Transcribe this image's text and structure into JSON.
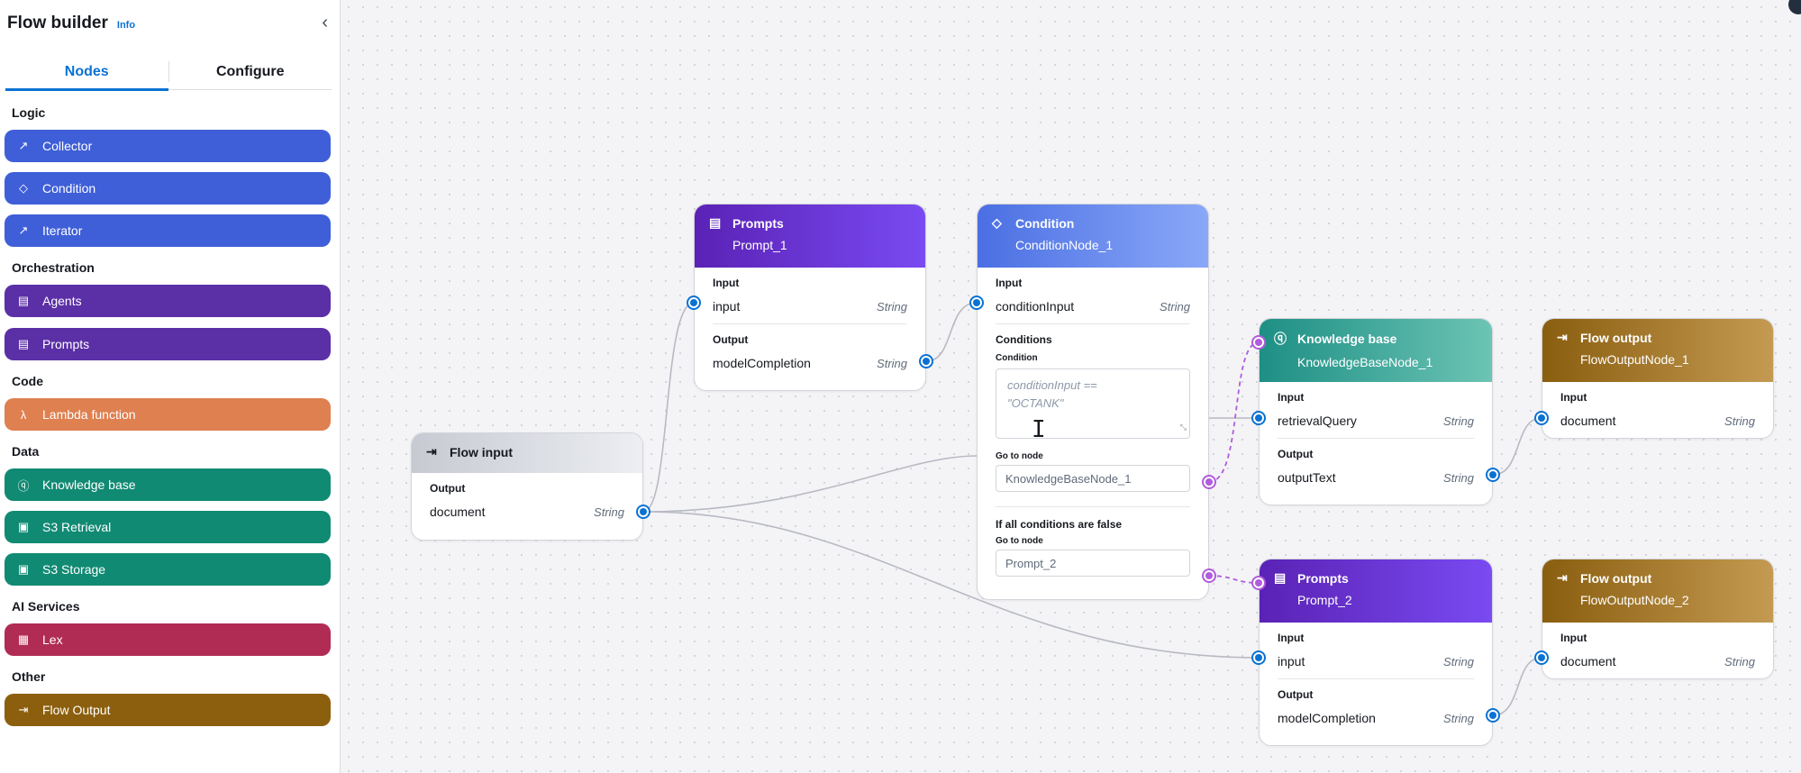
{
  "sidebar": {
    "title": "Flow builder",
    "info": "Info",
    "collapse": "‹",
    "tabs": [
      {
        "label": "Nodes"
      },
      {
        "label": "Configure"
      }
    ],
    "sections": [
      {
        "label": "Logic"
      },
      {
        "label": "Orchestration"
      },
      {
        "label": "Code"
      },
      {
        "label": "Data"
      },
      {
        "label": "AI Services"
      },
      {
        "label": "Other"
      }
    ],
    "items": [
      {
        "label": "Collector"
      },
      {
        "label": "Condition"
      },
      {
        "label": "Iterator"
      },
      {
        "label": "Agents"
      },
      {
        "label": "Prompts"
      },
      {
        "label": "Lambda function"
      },
      {
        "label": "Knowledge base"
      },
      {
        "label": "S3 Retrieval"
      },
      {
        "label": "S3 Storage"
      },
      {
        "label": "Lex"
      },
      {
        "label": "Flow Output"
      }
    ]
  },
  "nodes": {
    "flow_input": {
      "title": "Flow input",
      "output_label": "Output",
      "out_name": "document",
      "out_type": "String"
    },
    "prompt1": {
      "title": "Prompts",
      "subtitle": "Prompt_1",
      "input_label": "Input",
      "in_name": "input",
      "in_type": "String",
      "output_label": "Output",
      "out_name": "modelCompletion",
      "out_type": "String"
    },
    "condition": {
      "title": "Condition",
      "subtitle": "ConditionNode_1",
      "input_label": "Input",
      "in_name": "conditionInput",
      "in_type": "String",
      "conditions_label": "Conditions",
      "condition_label": "Condition",
      "expr_line1": "conditionInput ==",
      "expr_line2": "\"OCTANK\"",
      "goto_label": "Go to node",
      "goto_value": "KnowledgeBaseNode_1",
      "else_label": "If all conditions are false",
      "else_goto_label": "Go to node",
      "else_goto_value": "Prompt_2"
    },
    "kb": {
      "title": "Knowledge base",
      "subtitle": "KnowledgeBaseNode_1",
      "input_label": "Input",
      "in_name": "retrievalQuery",
      "in_type": "String",
      "output_label": "Output",
      "out_name": "outputText",
      "out_type": "String"
    },
    "out1": {
      "title": "Flow output",
      "subtitle": "FlowOutputNode_1",
      "input_label": "Input",
      "in_name": "document",
      "in_type": "String"
    },
    "prompt2": {
      "title": "Prompts",
      "subtitle": "Prompt_2",
      "input_label": "Input",
      "in_name": "input",
      "in_type": "String",
      "output_label": "Output",
      "out_name": "modelCompletion",
      "out_type": "String"
    },
    "out2": {
      "title": "Flow output",
      "subtitle": "FlowOutputNode_2",
      "input_label": "Input",
      "in_name": "document",
      "in_type": "String"
    }
  },
  "colors": {
    "accent": "#0972d3",
    "logic": "#3f5fd8",
    "orchestration": "#5b2fa6",
    "code": "#df8050",
    "data": "#118a73",
    "ai_services": "#b12c55",
    "other": "#8c5f0e",
    "conditional_edge": "#b05cdb"
  }
}
